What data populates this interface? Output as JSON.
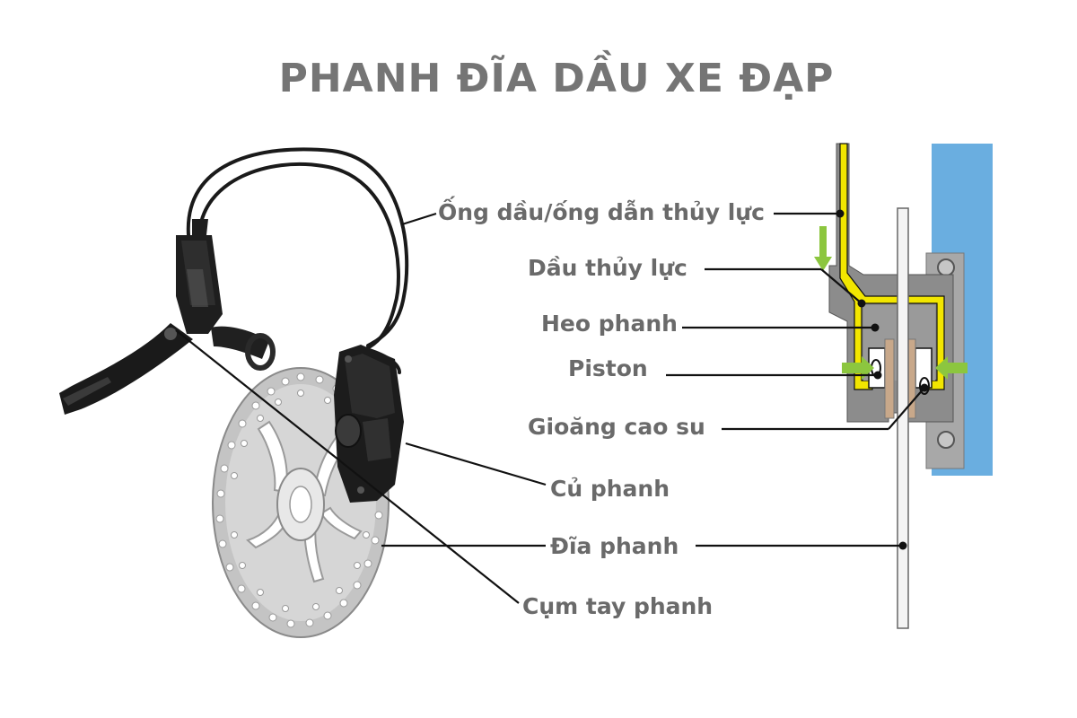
{
  "title": "PHANH ĐĨA DẦU XE ĐẠP",
  "labels": {
    "hydraulic_hose": "Ống dầu/ống dẫn thủy lực",
    "hydraulic_fluid": "Dầu thủy lực",
    "caliper_body": "Heo phanh",
    "piston": "Piston",
    "rubber_seal": "Gioăng cao su",
    "caliper": "Củ phanh",
    "rotor": "Đĩa phanh",
    "lever": "Cụm tay phanh"
  },
  "colors": {
    "title": "#757575",
    "label": "#6a6a6a",
    "leader": "#111111",
    "fluid": "#f2e600",
    "caliper_section": "#8c8c8c",
    "frame": "#6aaee0",
    "arrow": "#8cc63f"
  }
}
